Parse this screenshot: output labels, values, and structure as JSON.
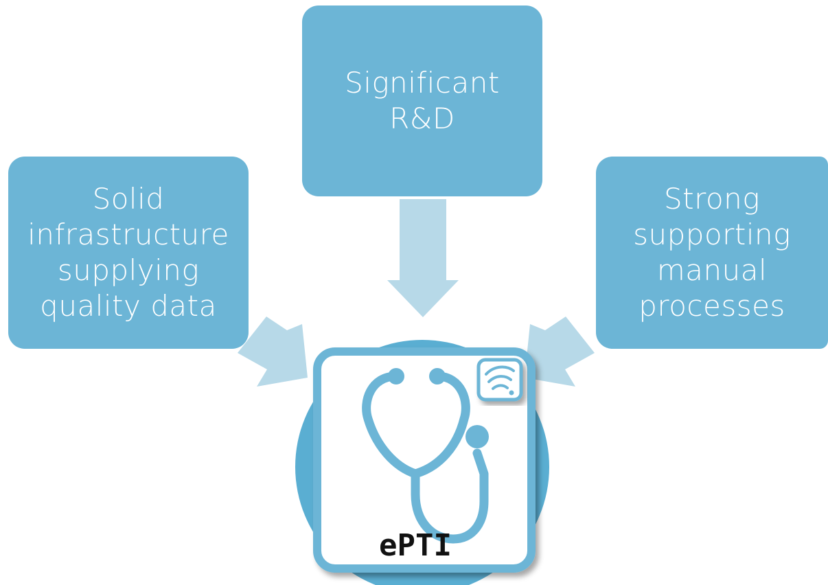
{
  "boxes": {
    "left": [
      "Solid",
      "infrastructure",
      "supplying",
      "quality data"
    ],
    "center": [
      "Significant",
      "R&D"
    ],
    "right": [
      "Strong",
      "supporting",
      "manual",
      "processes"
    ]
  },
  "logo": {
    "label": "ePTI",
    "icons": [
      "stethoscope-icon",
      "wireless-signal-icon"
    ]
  },
  "colors": {
    "box_fill": "#6cb5d6",
    "arrow_fill": "#b7d9e8",
    "circle_fill": "#5aaed2",
    "icon_stroke": "#6cb5d6"
  }
}
